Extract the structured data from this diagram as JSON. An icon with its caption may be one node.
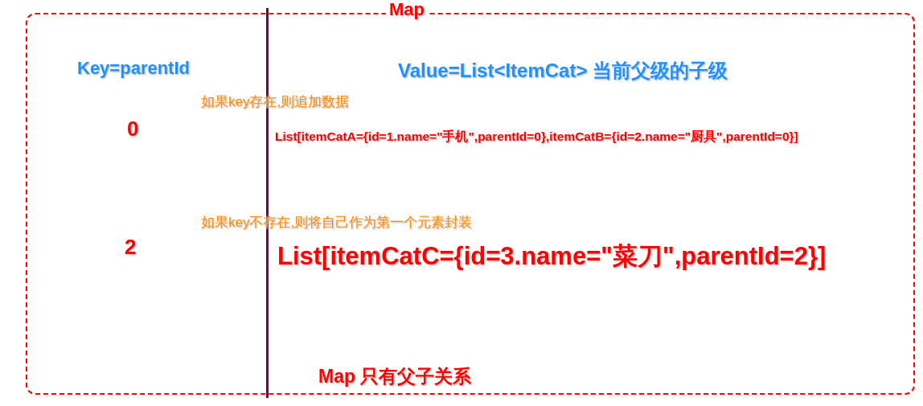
{
  "diagram": {
    "nodes": [
      {
        "text": [
          "Map"
        ]
      }
    ],
    "labels": [
      "Key=parentId",
      "Value=List<ItemCat> 当前父级的子级",
      "如果key存在,则追加数据",
      "0",
      "List[itemCatA={id=1.name=\"手机\",parentId=0},itemCatB={id=2.name=\"厨具\",parentId=0}]",
      "如果key不存在,则将自己作为第一个元素封装",
      "2",
      "List[itemCatC={id=3.name=\"菜刀\",parentId=2}]",
      "Map 只有父子关系"
    ]
  }
}
